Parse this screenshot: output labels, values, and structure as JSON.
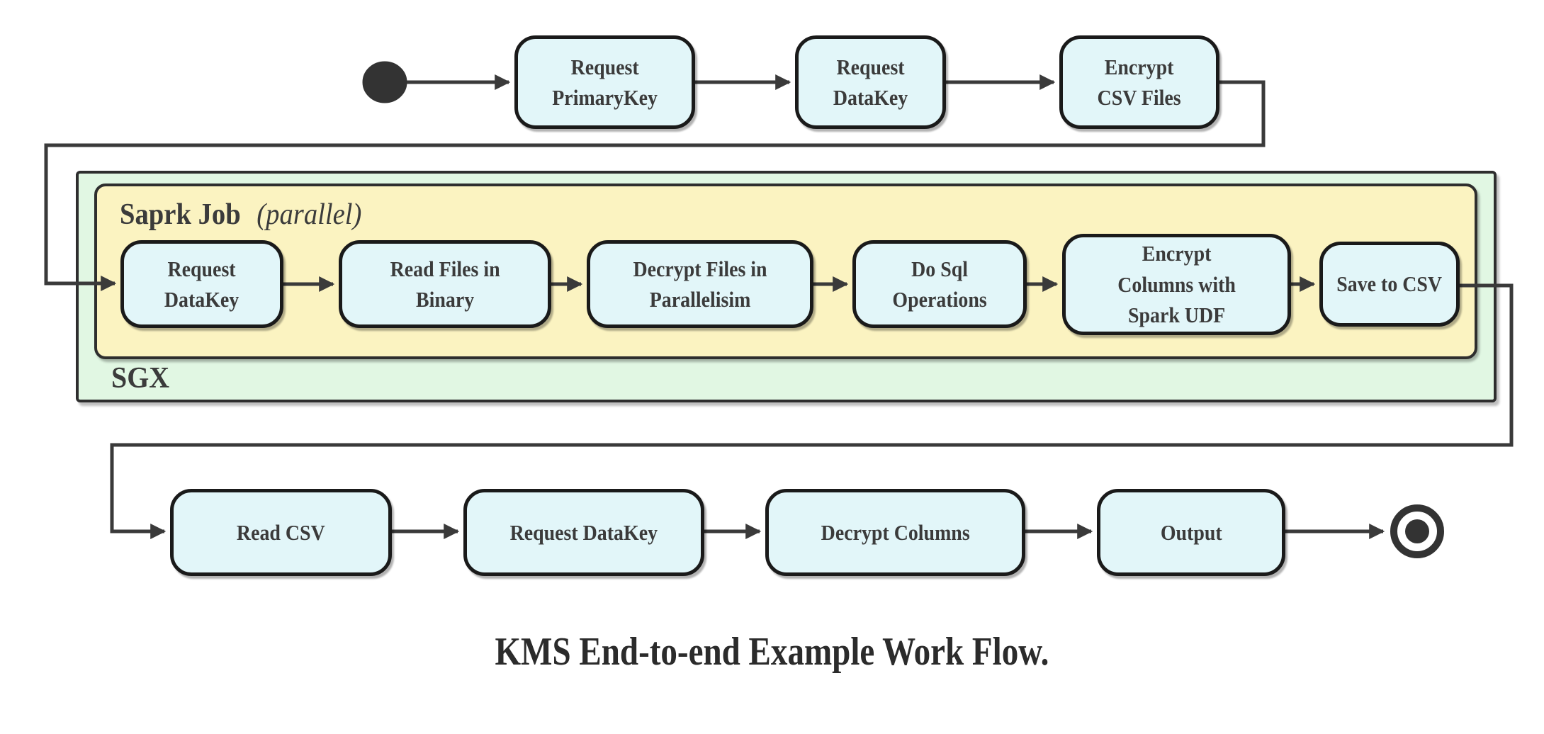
{
  "caption": "KMS End-to-end Example Work Flow.",
  "colors": {
    "node_fill": "#e2f6f9",
    "node_border": "#1a1a1a",
    "spark_fill": "#fbf3c1",
    "sgx_fill": "#e1f7e3",
    "container_border": "#2e2e2e",
    "edge": "#3a3a3a",
    "text": "#3b3b3b",
    "caption_text": "#2b2b2b"
  },
  "containers": {
    "sgx": {
      "label": "SGX"
    },
    "spark_job": {
      "title": "Saprk Job",
      "qualifier": "(parallel)"
    }
  },
  "flow": {
    "top_row": [
      {
        "lines": [
          "Request",
          "PrimaryKey"
        ]
      },
      {
        "lines": [
          "Request",
          "DataKey"
        ]
      },
      {
        "lines": [
          "Encrypt",
          "CSV Files"
        ]
      }
    ],
    "sgx_row": [
      {
        "lines": [
          "Request",
          "DataKey"
        ]
      },
      {
        "lines": [
          "Read Files in",
          "Binary"
        ]
      },
      {
        "lines": [
          "Decrypt Files in",
          "Parallelisim"
        ]
      },
      {
        "lines": [
          "Do Sql",
          "Operations"
        ]
      },
      {
        "lines": [
          "Encrypt",
          "Columns with",
          "Spark UDF"
        ]
      },
      {
        "lines": [
          "Save to CSV"
        ]
      }
    ],
    "bottom_row": [
      {
        "lines": [
          "Read CSV"
        ]
      },
      {
        "lines": [
          "Request DataKey"
        ]
      },
      {
        "lines": [
          "Decrypt Columns"
        ]
      },
      {
        "lines": [
          "Output"
        ]
      }
    ]
  }
}
